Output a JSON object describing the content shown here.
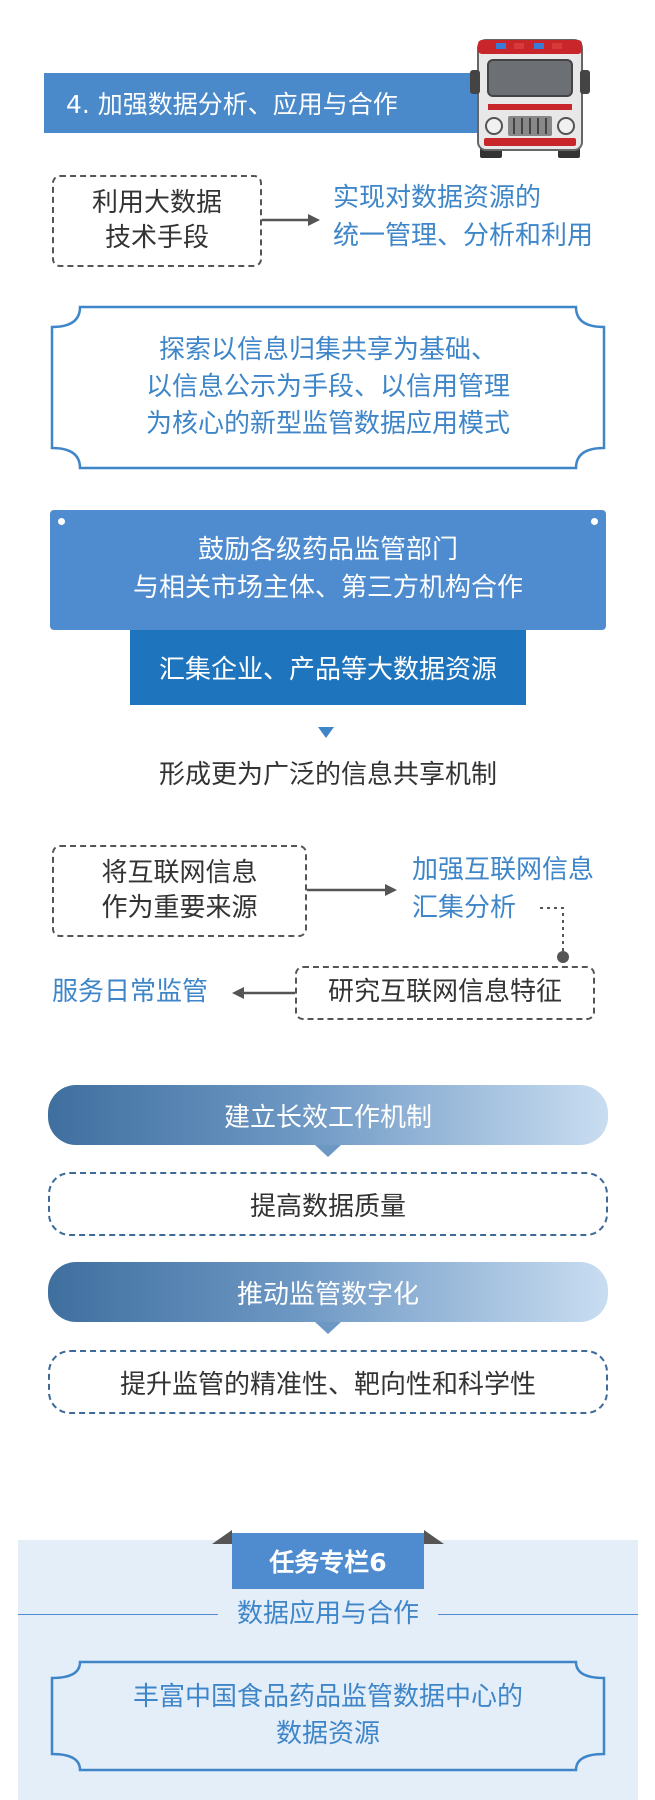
{
  "section": {
    "title": "4. 加强数据分析、应用与合作",
    "icon": "truck-icon"
  },
  "flow1": {
    "source": [
      "利用大数据",
      "技术手段"
    ],
    "result": [
      "实现对数据资源的",
      "统一管理、分析和利用"
    ]
  },
  "explore": [
    "探索以信息归集共享为基础、",
    "以信息公示为手段、以信用管理",
    "为核心的新型监管数据应用模式"
  ],
  "encourage": [
    "鼓励各级药品监管部门",
    "与相关市场主体、第三方机构合作"
  ],
  "gather": "汇集企业、产品等大数据资源",
  "mechanism": "形成更为广泛的信息共享机制",
  "internet": {
    "source": [
      "将互联网信息",
      "作为重要来源"
    ],
    "strengthen": [
      "加强互联网信息",
      "汇集分析"
    ],
    "research": "研究互联网信息特征",
    "serve": "服务日常监管"
  },
  "steps": [
    {
      "title": "建立长效工作机制",
      "detail": "提高数据质量"
    },
    {
      "title": "推动监管数字化",
      "detail": "提升监管的精准性、靶向性和科学性"
    }
  ],
  "task": {
    "label": "任务专栏6",
    "subtitle": "数据应用与合作",
    "item": [
      "丰富中国食品药品监管数据中心的",
      "数据资源"
    ]
  },
  "colors": {
    "accent": "#4e8ccf",
    "dark_blue": "#1f75bd",
    "text_blue": "#3f86c9",
    "panel_bg": "#e4eef9"
  }
}
